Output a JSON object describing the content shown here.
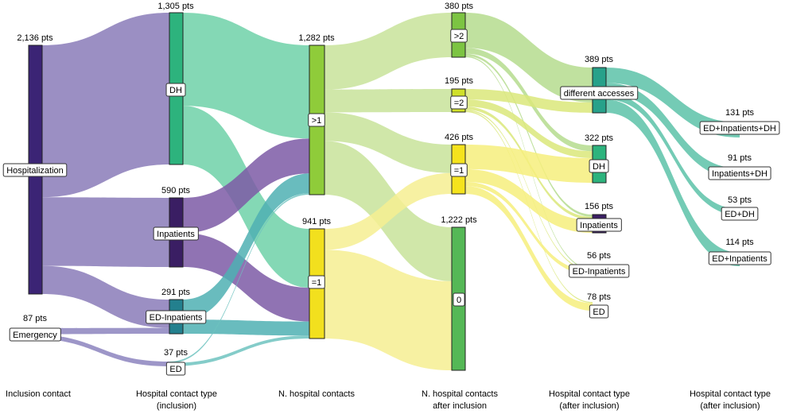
{
  "columns": [
    {
      "id": "c0",
      "line1": "Inclusion contact",
      "line2": ""
    },
    {
      "id": "c1",
      "line1": "Hospital contact type",
      "line2": "(inclusion)"
    },
    {
      "id": "c2",
      "line1": "N. hospital contacts",
      "line2": ""
    },
    {
      "id": "c3",
      "line1": "N. hospital contacts",
      "line2": "after inclusion"
    },
    {
      "id": "c4",
      "line1": "Hospital contact type",
      "line2": "(after inclusion)"
    },
    {
      "id": "c5",
      "line1": "Hospital contact type",
      "line2": "(after inclusion)"
    }
  ],
  "nodes": [
    {
      "id": "hosp",
      "label": "Hospitalization",
      "count": "2,136 pts",
      "color": "#3b2475"
    },
    {
      "id": "emerg",
      "label": "Emergency",
      "count": "87 pts",
      "color": "#8c84be"
    },
    {
      "id": "dh",
      "label": "DH",
      "count": "1,305 pts",
      "color": "#2db37d"
    },
    {
      "id": "inp",
      "label": "Inpatients",
      "count": "590 pts",
      "color": "#3a1e63"
    },
    {
      "id": "edinp",
      "label": "ED-Inpatients",
      "count": "291 pts",
      "color": "#23808e"
    },
    {
      "id": "ed",
      "label": "ED",
      "count": "37 pts",
      "color": "#5a6fb0"
    },
    {
      "id": "gt1",
      "label": ">1",
      "count": "1,282 pts",
      "color": "#8fcc3a"
    },
    {
      "id": "eq1",
      "label": "=1",
      "count": "941 pts",
      "color": "#f2e01e"
    },
    {
      "id": "a_gt2",
      "label": ">2",
      "count": "380 pts",
      "color": "#7cc442"
    },
    {
      "id": "a_eq2",
      "label": "=2",
      "count": "195 pts",
      "color": "#d0e02a"
    },
    {
      "id": "a_eq1",
      "label": "=1",
      "count": "426 pts",
      "color": "#f5e31d"
    },
    {
      "id": "a_0",
      "label": "0",
      "count": "1,222 pts",
      "color": "#55b856"
    },
    {
      "id": "t_diff",
      "label": "different accesses",
      "count": "389 pts",
      "color": "#27a18a"
    },
    {
      "id": "t_dh",
      "label": "DH",
      "count": "322 pts",
      "color": "#2db37d"
    },
    {
      "id": "t_inp",
      "label": "Inpatients",
      "count": "156 pts",
      "color": "#3a1e63"
    },
    {
      "id": "t_edinp",
      "label": "ED-Inpatients",
      "count": "56 pts",
      "color": "#2a7f8a"
    },
    {
      "id": "t_ed",
      "label": "ED",
      "count": "78 pts",
      "color": "#4b78a8"
    },
    {
      "id": "f_all",
      "label": "ED+Inpatients+DH",
      "count": "131 pts",
      "color": "#34a888"
    },
    {
      "id": "f_inpdh",
      "label": "Inpatients+DH",
      "count": "91 pts",
      "color": "#34a888"
    },
    {
      "id": "f_eddh",
      "label": "ED+DH",
      "count": "53 pts",
      "color": "#34a888"
    },
    {
      "id": "f_edinp",
      "label": "ED+Inpatients",
      "count": "114 pts",
      "color": "#34a888"
    }
  ],
  "links": [
    {
      "source": "hosp",
      "target": "dh",
      "value": 1305,
      "color": "#8a7bb8"
    },
    {
      "source": "hosp",
      "target": "inp",
      "value": 590,
      "color": "#8a7bb8"
    },
    {
      "source": "hosp",
      "target": "edinp",
      "value": 241,
      "color": "#8a7bb8"
    },
    {
      "source": "emerg",
      "target": "edinp",
      "value": 50,
      "color": "#8c84be"
    },
    {
      "source": "emerg",
      "target": "ed",
      "value": 37,
      "color": "#8c84be"
    },
    {
      "source": "dh",
      "target": "gt1",
      "value": 800,
      "color": "#6fd1a8"
    },
    {
      "source": "dh",
      "target": "eq1",
      "value": 505,
      "color": "#6fd1a8"
    },
    {
      "source": "inp",
      "target": "gt1",
      "value": 300,
      "color": "#7c5ba6"
    },
    {
      "source": "inp",
      "target": "eq1",
      "value": 290,
      "color": "#7c5ba6"
    },
    {
      "source": "edinp",
      "target": "gt1",
      "value": 170,
      "color": "#4fb0b3"
    },
    {
      "source": "edinp",
      "target": "eq1",
      "value": 121,
      "color": "#4fb0b3"
    },
    {
      "source": "ed",
      "target": "gt1",
      "value": 12,
      "color": "#6fc3c0"
    },
    {
      "source": "ed",
      "target": "eq1",
      "value": 25,
      "color": "#6fc3c0"
    },
    {
      "source": "gt1",
      "target": "a_gt2",
      "value": 380,
      "color": "#c8e39a"
    },
    {
      "source": "gt1",
      "target": "a_eq2",
      "value": 195,
      "color": "#c8e39a"
    },
    {
      "source": "gt1",
      "target": "a_eq1",
      "value": 246,
      "color": "#c8e39a"
    },
    {
      "source": "gt1",
      "target": "a_0",
      "value": 461,
      "color": "#c8e39a"
    },
    {
      "source": "eq1",
      "target": "a_eq1",
      "value": 180,
      "color": "#f6ee92"
    },
    {
      "source": "eq1",
      "target": "a_0",
      "value": 761,
      "color": "#f6ee92"
    },
    {
      "source": "a_gt2",
      "target": "t_diff",
      "value": 300,
      "color": "#b5dc8e"
    },
    {
      "source": "a_gt2",
      "target": "t_dh",
      "value": 50,
      "color": "#b5dc8e"
    },
    {
      "source": "a_gt2",
      "target": "t_inp",
      "value": 20,
      "color": "#b5dc8e"
    },
    {
      "source": "a_gt2",
      "target": "t_edinp",
      "value": 10,
      "color": "#b5dc8e"
    },
    {
      "source": "a_eq2",
      "target": "t_diff",
      "value": 89,
      "color": "#dbe77a"
    },
    {
      "source": "a_eq2",
      "target": "t_dh",
      "value": 60,
      "color": "#dbe77a"
    },
    {
      "source": "a_eq2",
      "target": "t_inp",
      "value": 26,
      "color": "#dbe77a"
    },
    {
      "source": "a_eq2",
      "target": "t_edinp",
      "value": 10,
      "color": "#dbe77a"
    },
    {
      "source": "a_eq2",
      "target": "t_ed",
      "value": 10,
      "color": "#dbe77a"
    },
    {
      "source": "a_eq1",
      "target": "t_dh",
      "value": 212,
      "color": "#f6ef7c"
    },
    {
      "source": "a_eq1",
      "target": "t_inp",
      "value": 110,
      "color": "#f6ef7c"
    },
    {
      "source": "a_eq1",
      "target": "t_edinp",
      "value": 36,
      "color": "#f6ef7c"
    },
    {
      "source": "a_eq1",
      "target": "t_ed",
      "value": 68,
      "color": "#f6ef7c"
    },
    {
      "source": "t_diff",
      "target": "f_all",
      "value": 131,
      "color": "#5cc2a8"
    },
    {
      "source": "t_diff",
      "target": "f_inpdh",
      "value": 91,
      "color": "#5cc2a8"
    },
    {
      "source": "t_diff",
      "target": "f_eddh",
      "value": 53,
      "color": "#5cc2a8"
    },
    {
      "source": "t_diff",
      "target": "f_edinp",
      "value": 114,
      "color": "#5cc2a8"
    }
  ]
}
